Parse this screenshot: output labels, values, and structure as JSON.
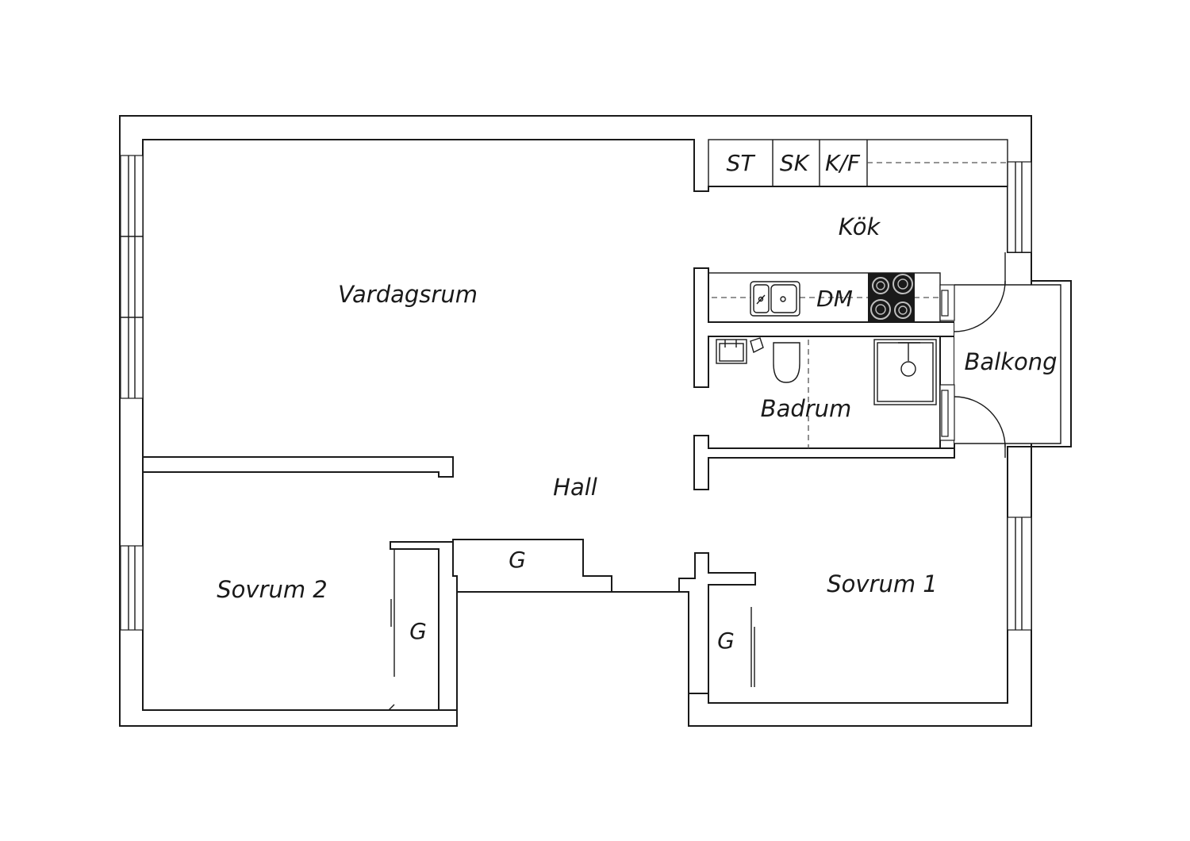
{
  "plan": {
    "rooms": {
      "vardagsrum": "Vardagsrum",
      "kok": "Kök",
      "hall": "Hall",
      "badrum": "Badrum",
      "balkong": "Balkong",
      "sovrum1": "Sovrum 1",
      "sovrum2": "Sovrum 2"
    },
    "fixtures": {
      "st": "ST",
      "sk": "SK",
      "kf": "K/F",
      "dm": "DM",
      "wardrobe_hall": "G",
      "wardrobe_sovrum2": "G",
      "wardrobe_sovrum1": "G"
    },
    "icons": [
      "kitchen-sink-icon",
      "stove-icon",
      "toilet-icon",
      "bathroom-sink-icon",
      "shower-icon",
      "door-swing-icon",
      "window-icon"
    ]
  }
}
